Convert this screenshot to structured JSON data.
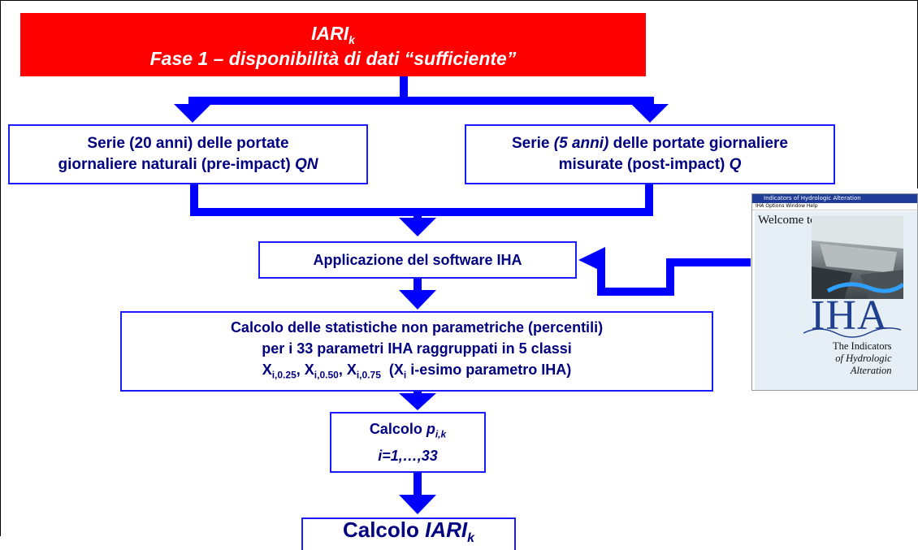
{
  "title": {
    "name": "IARI",
    "name_sub": "k",
    "subtitle": "Fase 1 – disponibilità di dati “sufficiente”"
  },
  "boxes": {
    "left": {
      "line1": "Serie (20 anni) delle portate",
      "line2_pre": "giornaliere naturali (pre-impact) ",
      "line2_var": "QN"
    },
    "right": {
      "line1_pre": "Serie ",
      "line1_italic": "(5 anni)",
      "line1_post": " delle portate giornaliere",
      "line2_pre": "misurate (post-impact) ",
      "line2_var": "Q"
    },
    "iha": {
      "label": "Applicazione del software IHA"
    },
    "stats": {
      "line1": "Calcolo delle statistiche non parametriche (percentili)",
      "line2": "per i 33 parametri IHA raggruppati in 5 classi",
      "x1": "X",
      "x1_sub": "i,0.25",
      "x2": "X",
      "x2_sub": "i,0.50",
      "x3": "X",
      "x3_sub": "i,0.75",
      "paren_x": "X",
      "paren_sub": "i",
      "paren_text": " i-esimo parametro IHA)"
    },
    "p": {
      "label": "Calcolo ",
      "var": "p",
      "var_sub": "i,k",
      "range": "i=1,…,33"
    },
    "iari": {
      "label": "Calcolo ",
      "var": "IARI",
      "var_sub": "k"
    }
  },
  "book_cover": {
    "titlebar": "Indicators of Hydrologic Alteration",
    "menu": "IHA  Options  Window  Help",
    "welcome": "Welcome to",
    "logo": "IHA",
    "caption_1": "The Indicators",
    "caption_2": "of Hydrologic",
    "caption_3": "Alteration"
  },
  "colors": {
    "title_bg": "#ff0000",
    "arrow": "#0000ff",
    "box_text": "#000080",
    "box_border": "#1a1aff"
  }
}
